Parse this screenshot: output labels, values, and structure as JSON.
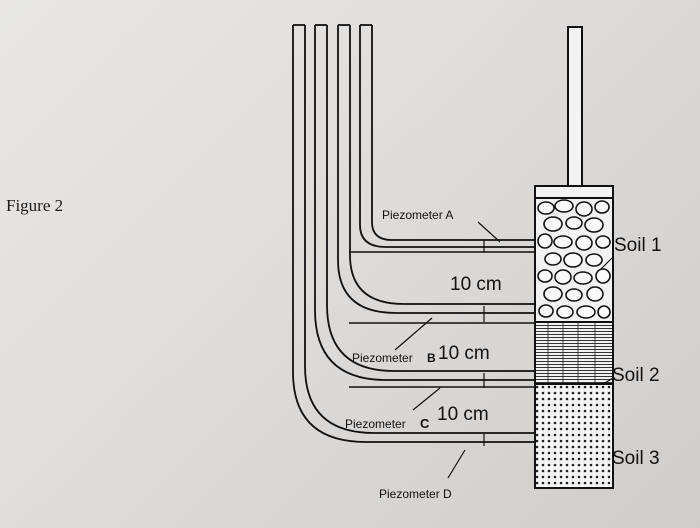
{
  "figure_label": "Figure 2",
  "piezometers": {
    "a": "Piezometer A",
    "b": "Piezometer",
    "b_letter": "B",
    "c": "Piezometer",
    "c_letter": "C",
    "d": "Piezometer D"
  },
  "spacings": {
    "ab": "10 cm",
    "bc": "10 cm",
    "cd": "10 cm"
  },
  "soils": {
    "soil1": "Soil 1",
    "soil2": "Soil 2",
    "soil3": "Soil 3"
  }
}
